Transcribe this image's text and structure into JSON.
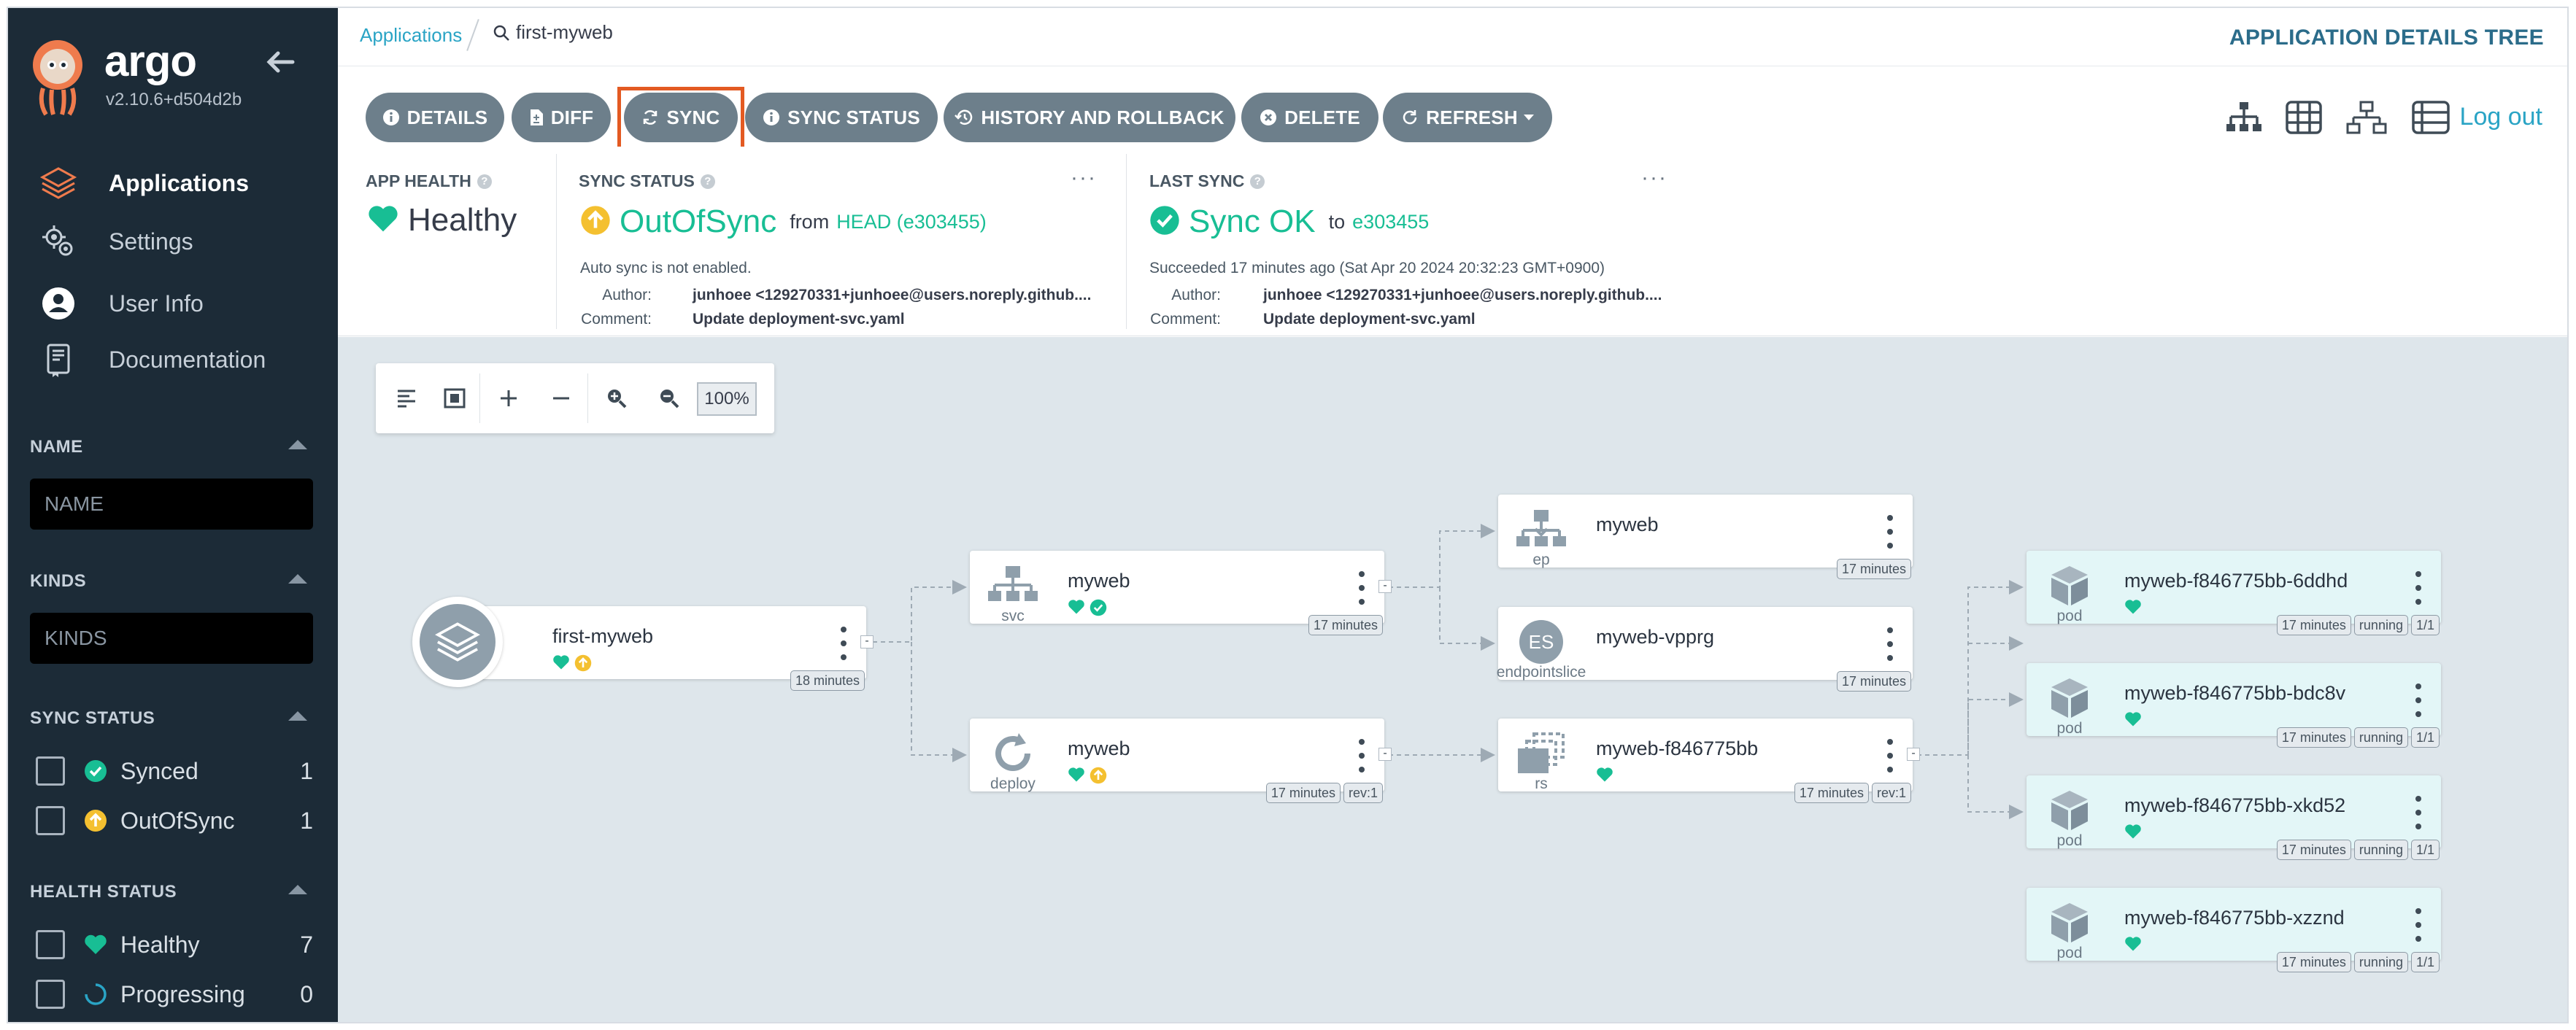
{
  "sidebar": {
    "brand": "argo",
    "version": "v2.10.6+d504d2b",
    "nav": [
      {
        "label": "Applications",
        "icon": "layers-icon"
      },
      {
        "label": "Settings",
        "icon": "gears-icon"
      },
      {
        "label": "User Info",
        "icon": "user-circle-icon"
      },
      {
        "label": "Documentation",
        "icon": "book-icon"
      }
    ],
    "filters": {
      "name": {
        "title": "NAME",
        "placeholder": "NAME"
      },
      "kinds": {
        "title": "KINDS",
        "placeholder": "KINDS"
      },
      "sync_status": {
        "title": "SYNC STATUS",
        "items": [
          {
            "label": "Synced",
            "count": "1"
          },
          {
            "label": "OutOfSync",
            "count": "1"
          }
        ]
      },
      "health_status": {
        "title": "HEALTH STATUS",
        "items": [
          {
            "label": "Healthy",
            "count": "7"
          },
          {
            "label": "Progressing",
            "count": "0"
          }
        ]
      }
    }
  },
  "topbar": {
    "breadcrumb_root": "Applications",
    "breadcrumb_current": "first-myweb",
    "title": "APPLICATION DETAILS TREE"
  },
  "actions": {
    "details": "DETAILS",
    "diff": "DIFF",
    "sync": "SYNC",
    "sync_status": "SYNC STATUS",
    "history": "HISTORY AND ROLLBACK",
    "delete": "DELETE",
    "refresh": "REFRESH",
    "logout": "Log out"
  },
  "status": {
    "app_health": {
      "title": "APP HEALTH",
      "value": "Healthy"
    },
    "sync_status": {
      "title": "SYNC STATUS",
      "value": "OutOfSync",
      "from_label": "from",
      "revision": "HEAD (e303455)",
      "note": "Auto sync is not enabled.",
      "author_label": "Author:",
      "author": "junhoee <129270331+junhoee@users.noreply.github....",
      "comment_label": "Comment:",
      "comment": "Update deployment-svc.yaml"
    },
    "last_sync": {
      "title": "LAST SYNC",
      "value": "Sync OK",
      "to_label": "to",
      "revision": "e303455",
      "note": "Succeeded 17 minutes ago (Sat Apr 20 2024 20:32:23 GMT+0900)",
      "author_label": "Author:",
      "author": "junhoee <129270331+junhoee@users.noreply.github....",
      "comment_label": "Comment:",
      "comment": "Update deployment-svc.yaml"
    }
  },
  "graph": {
    "zoom": "100%",
    "app": {
      "name": "first-myweb",
      "age": "18 minutes"
    },
    "svc": {
      "name": "myweb",
      "kind": "svc",
      "age": "17 minutes"
    },
    "deploy": {
      "name": "myweb",
      "kind": "deploy",
      "age": "17 minutes",
      "rev": "rev:1"
    },
    "ep": {
      "name": "myweb",
      "kind": "ep",
      "age": "17 minutes"
    },
    "eps": {
      "name": "myweb-vpprg",
      "kind": "endpointslice",
      "badge": "ES",
      "age": "17 minutes"
    },
    "rs": {
      "name": "myweb-f846775bb",
      "kind": "rs",
      "age": "17 minutes",
      "rev": "rev:1"
    },
    "pods": [
      {
        "name": "myweb-f846775bb-6ddhd",
        "kind": "pod",
        "age": "17 minutes",
        "phase": "running",
        "ready": "1/1"
      },
      {
        "name": "myweb-f846775bb-bdc8v",
        "kind": "pod",
        "age": "17 minutes",
        "phase": "running",
        "ready": "1/1"
      },
      {
        "name": "myweb-f846775bb-xkd52",
        "kind": "pod",
        "age": "17 minutes",
        "phase": "running",
        "ready": "1/1"
      },
      {
        "name": "myweb-f846775bb-xzznd",
        "kind": "pod",
        "age": "17 minutes",
        "phase": "running",
        "ready": "1/1"
      }
    ]
  },
  "colors": {
    "sidebar_bg": "#1c2b37",
    "button_bg": "#6d7f8b",
    "healthy": "#18be94",
    "out_of_sync": "#f4c030",
    "link": "#2aa4c5",
    "highlight": "#e35a22",
    "canvas_bg": "#dee6eb"
  }
}
